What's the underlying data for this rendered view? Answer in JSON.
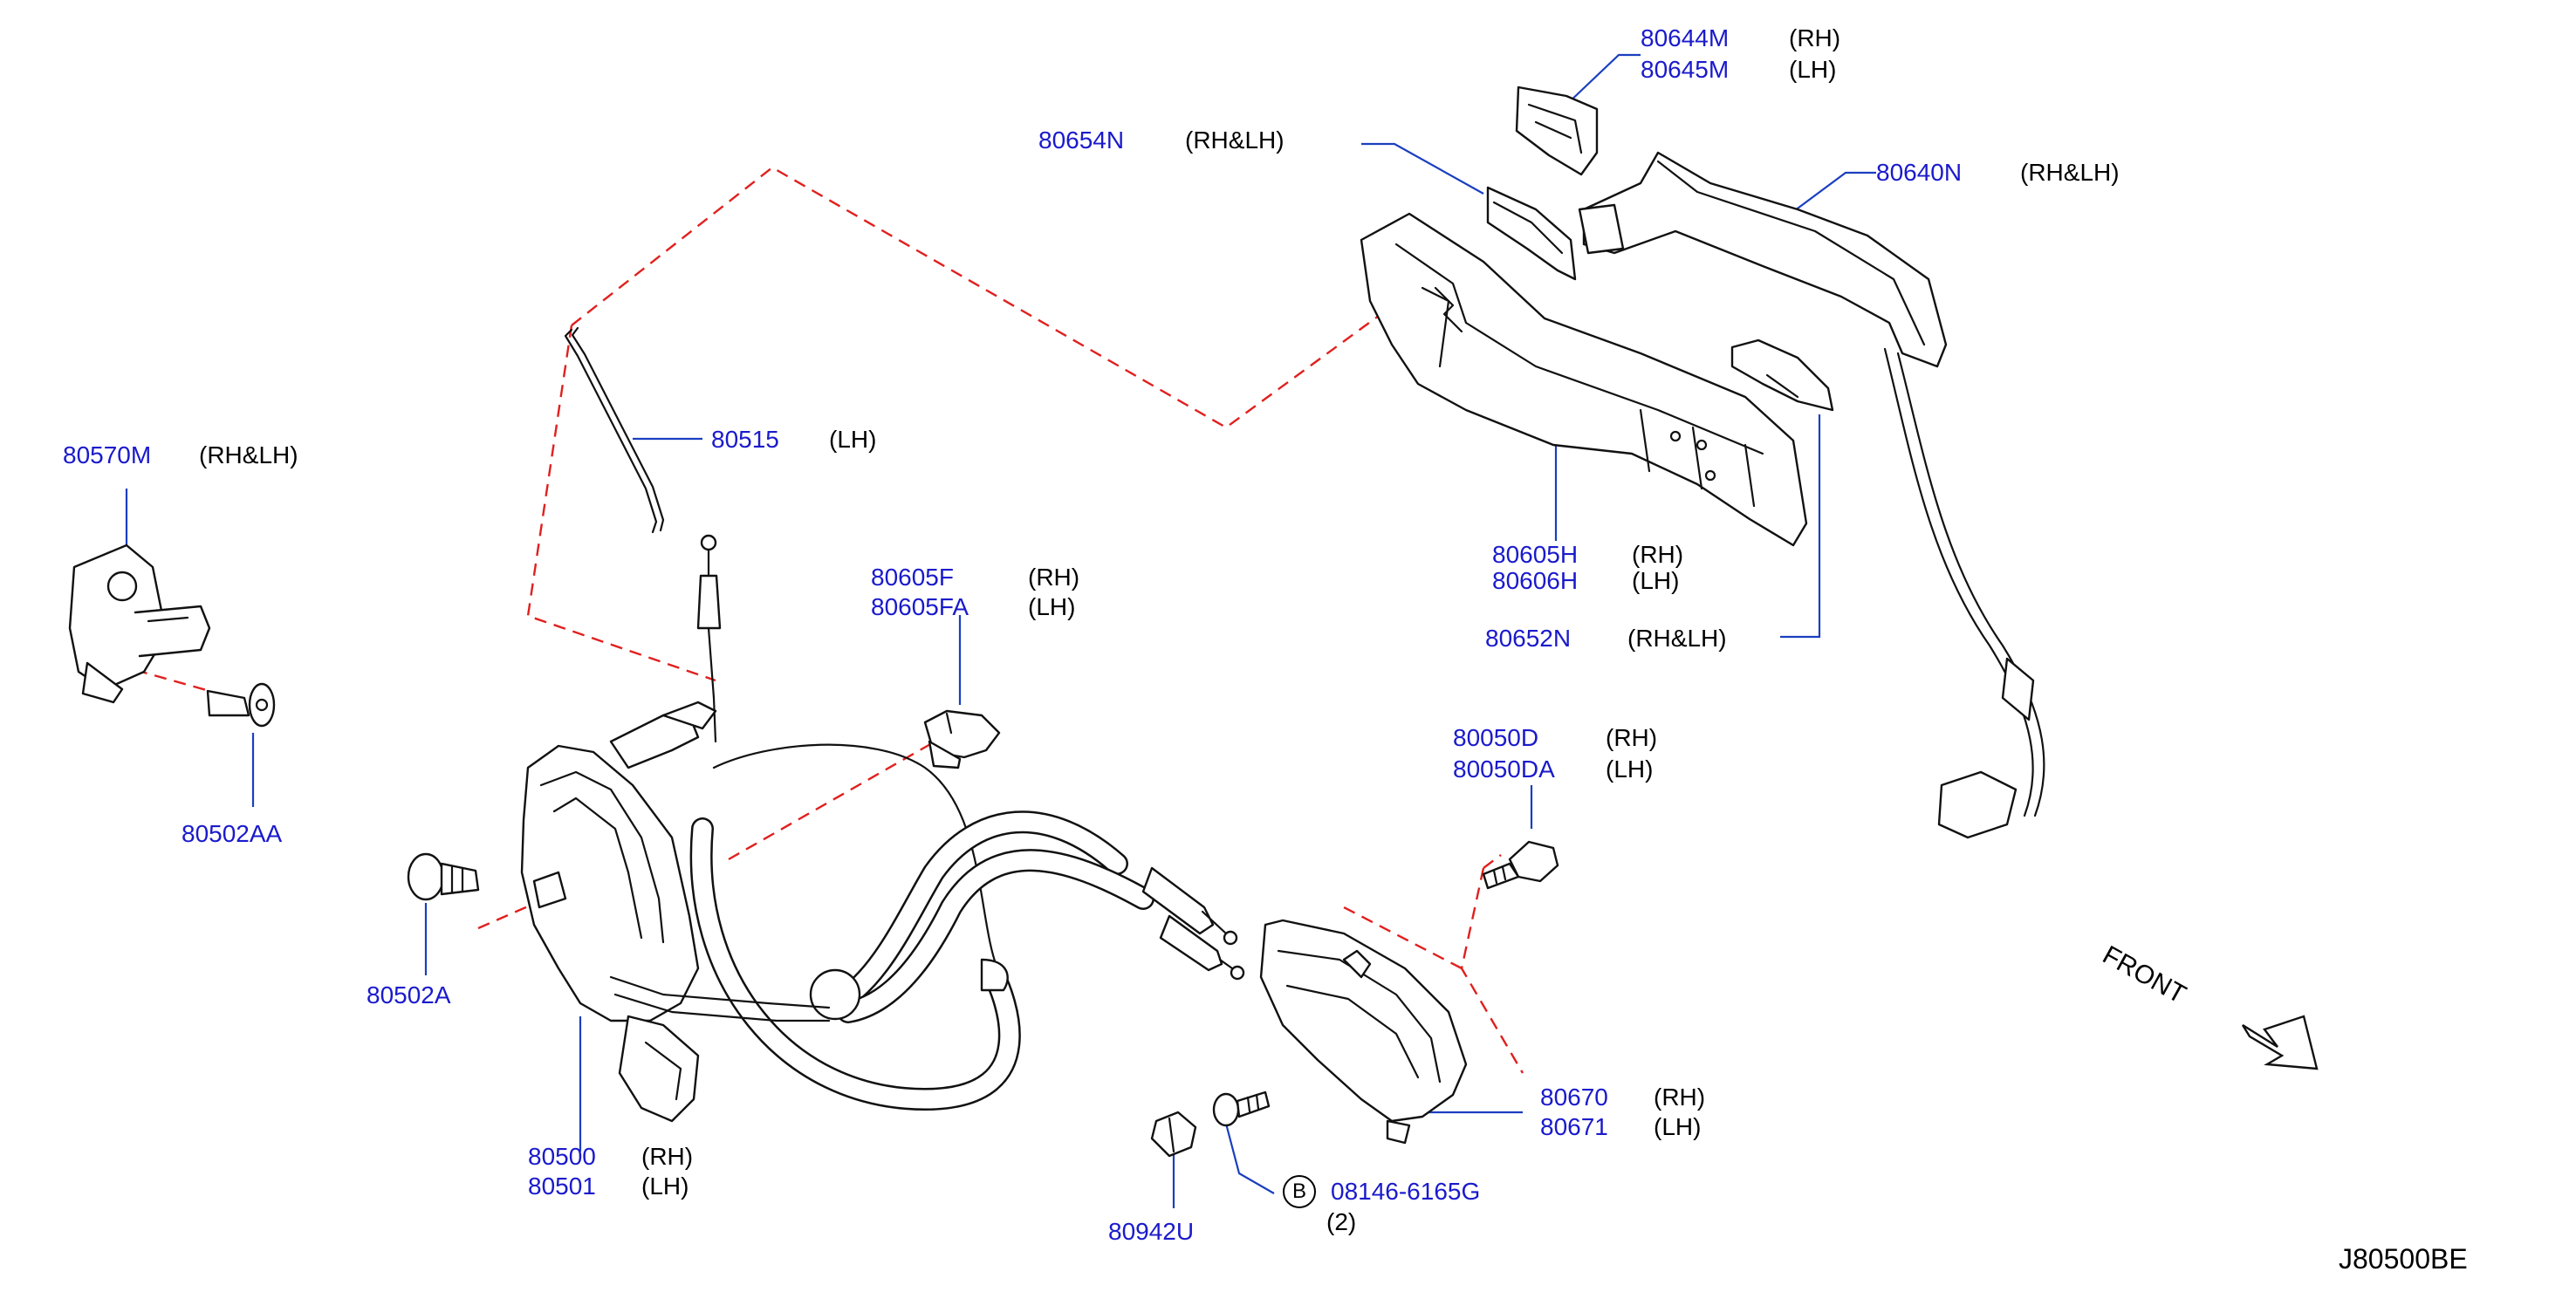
{
  "diagram": {
    "code": "J80500BE",
    "front_label": "FRONT",
    "accent_color": "#1a1acc",
    "dash_color": "#e0201e",
    "parts": [
      {
        "id": "p80644m",
        "number": "80644M",
        "side": "(RH)"
      },
      {
        "id": "p80645m",
        "number": "80645M",
        "side": "(LH)"
      },
      {
        "id": "p80654n",
        "number": "80654N",
        "side": "(RH&LH)"
      },
      {
        "id": "p80640n",
        "number": "80640N",
        "side": "(RH&LH)"
      },
      {
        "id": "p80570m",
        "number": "80570M",
        "side": "(RH&LH)"
      },
      {
        "id": "p80515",
        "number": "80515",
        "side": "(LH)"
      },
      {
        "id": "p80605f",
        "number": "80605F",
        "side": "(RH)"
      },
      {
        "id": "p80605fa",
        "number": "80605FA",
        "side": "(LH)"
      },
      {
        "id": "p80605h",
        "number": "80605H",
        "side": "(RH)"
      },
      {
        "id": "p80606h",
        "number": "80606H",
        "side": "(LH)"
      },
      {
        "id": "p80652n",
        "number": "80652N",
        "side": "(RH&LH)"
      },
      {
        "id": "p80050d",
        "number": "80050D",
        "side": "(RH)"
      },
      {
        "id": "p80050da",
        "number": "80050DA",
        "side": "(LH)"
      },
      {
        "id": "p80502aa",
        "number": "80502AA",
        "side": ""
      },
      {
        "id": "p80502a",
        "number": "80502A",
        "side": ""
      },
      {
        "id": "p80500",
        "number": "80500",
        "side": "(RH)"
      },
      {
        "id": "p80501",
        "number": "80501",
        "side": "(LH)"
      },
      {
        "id": "p80670",
        "number": "80670",
        "side": "(RH)"
      },
      {
        "id": "p80671",
        "number": "80671",
        "side": "(LH)"
      },
      {
        "id": "p08146",
        "number": "08146-6165G",
        "side": "(2)"
      },
      {
        "id": "p80942u",
        "number": "80942U",
        "side": ""
      }
    ],
    "bolt_callout": "B"
  }
}
